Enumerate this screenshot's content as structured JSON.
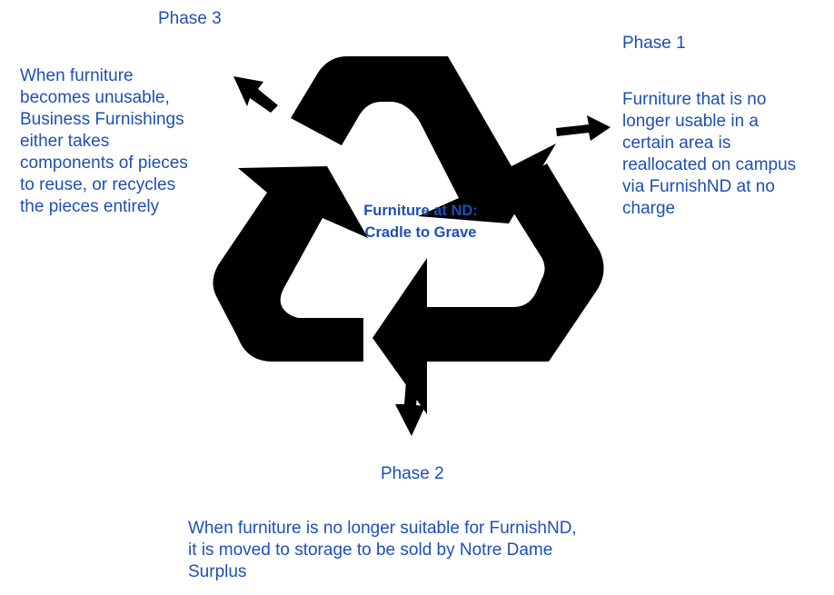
{
  "center_label": [
    "Furniture at ND:",
    "Cradle to Grave"
  ],
  "phases": {
    "phase1": {
      "title": "Phase 1",
      "description": [
        "Furniture that is no",
        "longer usable in a",
        "certain area is",
        "reallocated on campus",
        "via FurnishND at no",
        "charge"
      ]
    },
    "phase2": {
      "title": "Phase 2",
      "description": [
        "When furniture is no longer suitable for FurnishND,",
        "it is moved to storage to be sold by Notre Dame",
        "Surplus"
      ]
    },
    "phase3": {
      "title": "Phase 3",
      "description": [
        "When furniture",
        "becomes unusable,",
        "Business Furnishings",
        "either takes",
        "components of pieces",
        "to reuse, or recycles",
        "the pieces entirely"
      ]
    }
  },
  "colors": {
    "text": "#1f4fb5",
    "symbol": "#000000",
    "background": "#ffffff"
  },
  "icons": [
    "recycle-icon",
    "arrow-right-icon",
    "arrow-down-icon",
    "arrow-up-left-icon"
  ]
}
